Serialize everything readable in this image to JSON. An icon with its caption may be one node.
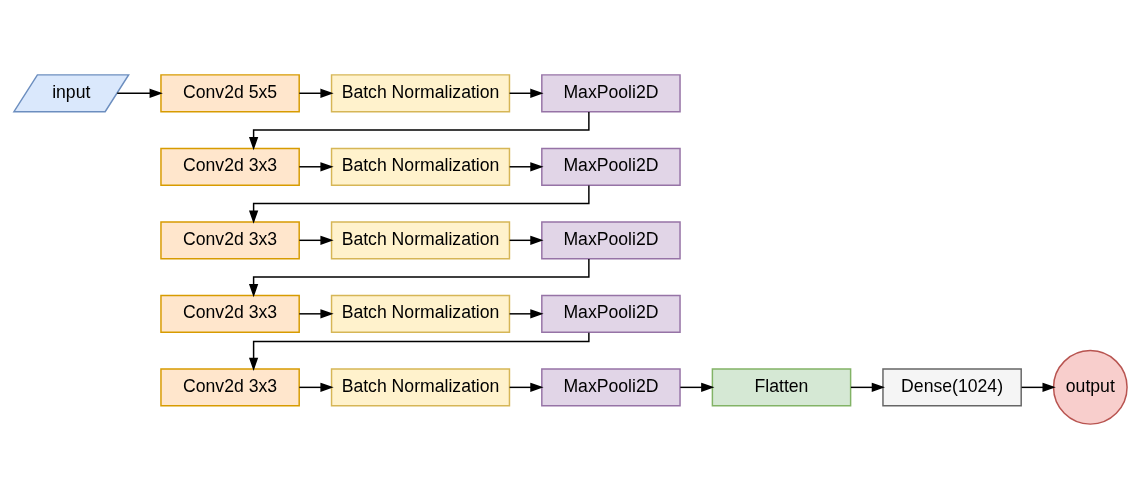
{
  "diagram": {
    "nodes": [
      {
        "text": [
          "input"
        ]
      },
      {
        "text": [
          "Conv2d 5x5"
        ]
      },
      {
        "text": [
          "Batch Normalization"
        ]
      },
      {
        "text": [
          "MaxPooli2D"
        ]
      },
      {
        "text": [
          "Conv2d 3x3"
        ]
      },
      {
        "text": [
          "Batch Normalization"
        ]
      },
      {
        "text": [
          "MaxPooli2D"
        ]
      },
      {
        "text": [
          "Conv2d 3x3"
        ]
      },
      {
        "text": [
          "Batch Normalization"
        ]
      },
      {
        "text": [
          "MaxPooli2D"
        ]
      },
      {
        "text": [
          "Conv2d 3x3"
        ]
      },
      {
        "text": [
          "Batch Normalization"
        ]
      },
      {
        "text": [
          "MaxPooli2D"
        ]
      },
      {
        "text": [
          "Conv2d 3x3"
        ]
      },
      {
        "text": [
          "Batch Normalization"
        ]
      },
      {
        "text": [
          "MaxPooli2D"
        ]
      },
      {
        "text": [
          "Flatten"
        ]
      },
      {
        "text": [
          "Dense(1024)"
        ]
      },
      {
        "text": [
          "output"
        ]
      }
    ],
    "edges": [
      {
        "from": 0,
        "to": 1,
        "arrow": "to"
      },
      {
        "from": 1,
        "to": 2,
        "arrow": "to"
      },
      {
        "from": 2,
        "to": 3,
        "arrow": "to"
      },
      {
        "from": 3,
        "to": 4,
        "arrow": "to"
      },
      {
        "from": 4,
        "to": 5,
        "arrow": "to"
      },
      {
        "from": 5,
        "to": 6,
        "arrow": "to"
      },
      {
        "from": 6,
        "to": 7,
        "arrow": "to"
      },
      {
        "from": 7,
        "to": 8,
        "arrow": "to"
      },
      {
        "from": 8,
        "to": 9,
        "arrow": "to"
      },
      {
        "from": 9,
        "to": 10,
        "arrow": "to"
      },
      {
        "from": 10,
        "to": 11,
        "arrow": "to"
      },
      {
        "from": 11,
        "to": 12,
        "arrow": "to"
      },
      {
        "from": 12,
        "to": 13,
        "arrow": "to"
      },
      {
        "from": 13,
        "to": 14,
        "arrow": "to"
      },
      {
        "from": 14,
        "to": 15,
        "arrow": "to"
      },
      {
        "from": 15,
        "to": 16,
        "arrow": "to"
      },
      {
        "from": 16,
        "to": 17,
        "arrow": "to"
      },
      {
        "from": 17,
        "to": 18,
        "arrow": "to"
      }
    ]
  }
}
